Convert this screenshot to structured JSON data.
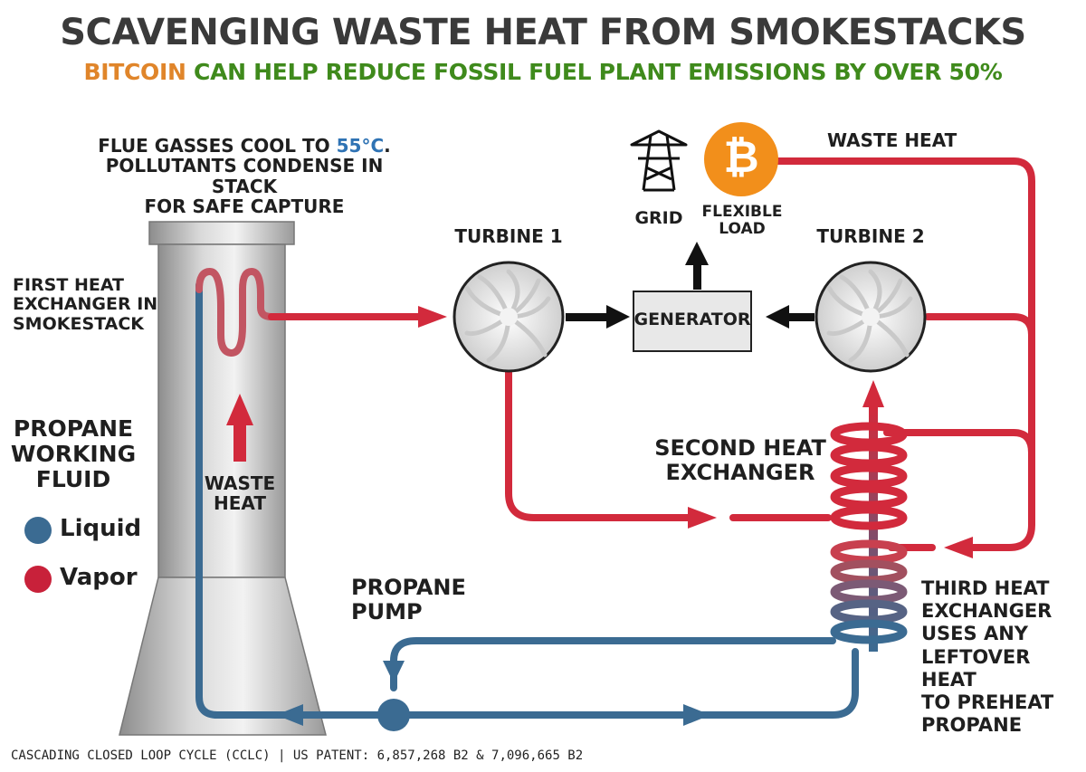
{
  "title": "SCAVENGING WASTE HEAT FROM SMOKESTACKS",
  "subtitle": {
    "highlight": "BITCOIN",
    "rest": " CAN HELP REDUCE FOSSIL FUEL PLANT EMISSIONS BY OVER 50%"
  },
  "colors": {
    "brand_orange": "#e0852a",
    "green": "#3f8a1c",
    "vapor_red": "#d22a3c",
    "liquid_blue": "#3b6b92",
    "temp_blue": "#2f73b4"
  },
  "labels": {
    "flue_line1_a": "FLUE GASSES COOL TO ",
    "flue_temp": "55°C",
    "flue_line1_b": ".",
    "flue_line2": "POLLUTANTS CONDENSE IN STACK",
    "flue_line3": "FOR SAFE CAPTURE",
    "first_hx": [
      "FIRST HEAT",
      "EXCHANGER IN",
      "SMOKESTACK"
    ],
    "waste_heat_stack": [
      "WASTE",
      "HEAT"
    ],
    "turbine1": "TURBINE 1",
    "turbine2": "TURBINE 2",
    "generator": "GENERATOR",
    "grid": "GRID",
    "flexible_load": [
      "FLEXIBLE",
      "LOAD"
    ],
    "waste_heat_top": "WASTE HEAT",
    "second_hx": [
      "SECOND HEAT",
      "EXCHANGER"
    ],
    "third_hx": [
      "THIRD HEAT",
      "EXCHANGER",
      "USES ANY",
      "LEFTOVER HEAT",
      "TO PREHEAT",
      "PROPANE"
    ],
    "pump": [
      "PROPANE",
      "PUMP"
    ],
    "fluid_title": [
      "PROPANE",
      "WORKING",
      "FLUID"
    ],
    "legend_liquid": "Liquid",
    "legend_vapor": "Vapor",
    "footer": "CASCADING CLOSED LOOP CYCLE (CCLC) | US PATENT: 6,857,268 B2 & 7,096,665 B2"
  },
  "icons": {
    "bitcoin": "₿",
    "grid_tower": "transmission-tower-icon"
  }
}
